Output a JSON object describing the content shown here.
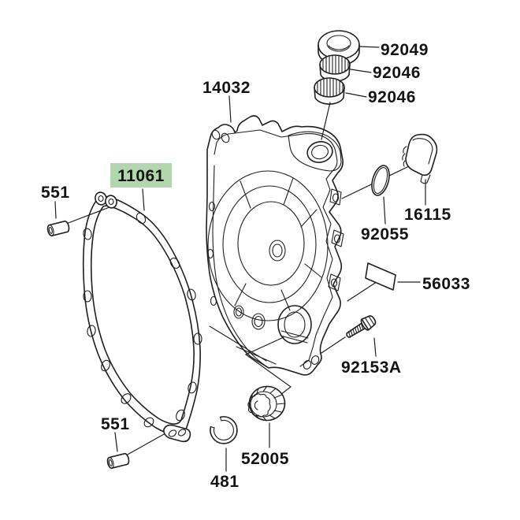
{
  "diagram": {
    "highlighted_part": "11061"
  },
  "colors": {
    "background": "#ffffff",
    "line": "#1f1f1f",
    "highlight_bg": "#b2d6ae",
    "highlight_text": "#1e7a1e",
    "label_text": "#141414"
  },
  "parts": [
    {
      "label": "92049"
    },
    {
      "label": "92046"
    },
    {
      "label": "92046"
    },
    {
      "label": "14032"
    },
    {
      "label": "11061",
      "highlighted": true
    },
    {
      "label": "551"
    },
    {
      "label": "16115"
    },
    {
      "label": "92055"
    },
    {
      "label": "56033"
    },
    {
      "label": "92153A"
    },
    {
      "label": "52005"
    },
    {
      "label": "481"
    },
    {
      "label": "551"
    }
  ]
}
